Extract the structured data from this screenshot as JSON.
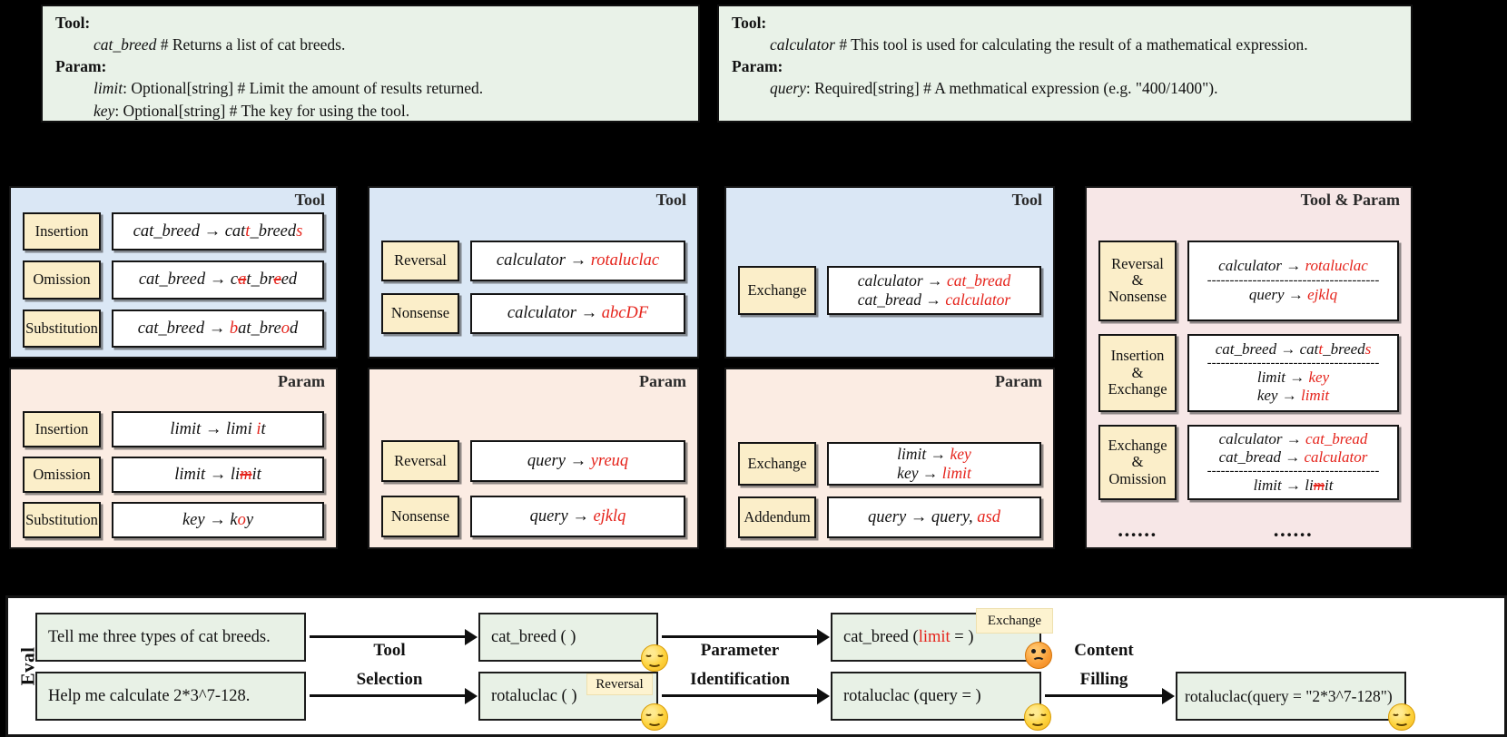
{
  "colors": {
    "red_highlight": "#e5231b",
    "panel_blue": "#dae7f5",
    "panel_pink": "#fbece3",
    "panel_pink_combo": "#f7e7e7",
    "label_cream": "#fbeec9",
    "card_green": "#e9f2e8"
  },
  "tool_defs": {
    "left": {
      "tool_label": "Tool:",
      "tool_line": [
        {
          "t": "cat_breed",
          "c": "it"
        },
        {
          "t": " # Returns a list of cat breeds."
        }
      ],
      "param_label": "Param:",
      "param_lines": [
        [
          {
            "t": "limit",
            "c": "it"
          },
          {
            "t": ": Optional[string] # Limit the amount of results returned."
          }
        ],
        [
          {
            "t": "key",
            "c": "it"
          },
          {
            "t": ": Optional[string] # The key for using the tool."
          }
        ]
      ]
    },
    "right": {
      "tool_label": "Tool:",
      "tool_line": [
        {
          "t": "calculator",
          "c": "it"
        },
        {
          "t": " # This tool is used for calculating the result of a mathematical expression."
        }
      ],
      "param_label": "Param:",
      "param_lines": [
        [
          {
            "t": "query",
            "c": "it"
          },
          {
            "t": ": Required[string] # A methmatical expression (e.g. \"400/1400\")."
          }
        ]
      ]
    }
  },
  "panels": {
    "tool_char": {
      "title": "Tool",
      "rows": [
        {
          "label": "Insertion",
          "lines": [
            [
              {
                "t": "cat_breed → cat"
              },
              {
                "t": "t",
                "c": "red"
              },
              {
                "t": "_breed"
              },
              {
                "t": "s",
                "c": "red"
              }
            ]
          ]
        },
        {
          "label": "Omission",
          "lines": [
            [
              {
                "t": "cat_breed → c"
              },
              {
                "t": "a",
                "c": "rs"
              },
              {
                "t": "t_br"
              },
              {
                "t": "e",
                "c": "rs"
              },
              {
                "t": "ed"
              }
            ]
          ]
        },
        {
          "label": "Substitution",
          "lines": [
            [
              {
                "t": "cat_breed → "
              },
              {
                "t": "b",
                "c": "red"
              },
              {
                "t": "at_bre"
              },
              {
                "t": "o",
                "c": "red"
              },
              {
                "t": "d"
              }
            ]
          ]
        }
      ]
    },
    "param_char": {
      "title": "Param",
      "rows": [
        {
          "label": "Insertion",
          "lines": [
            [
              {
                "t": "limit → limi "
              },
              {
                "t": "i",
                "c": "red"
              },
              {
                "t": "t"
              }
            ]
          ]
        },
        {
          "label": "Omission",
          "lines": [
            [
              {
                "t": "limit → li"
              },
              {
                "t": "m",
                "c": "rs"
              },
              {
                "t": "it"
              }
            ]
          ]
        },
        {
          "label": "Substitution",
          "lines": [
            [
              {
                "t": "key → k"
              },
              {
                "t": "o",
                "c": "red"
              },
              {
                "t": "y"
              }
            ]
          ]
        }
      ]
    },
    "tool_word": {
      "title": "Tool",
      "rows": [
        {
          "label": "Reversal",
          "lines": [
            [
              {
                "t": "calculator → "
              },
              {
                "t": "rotaluclac",
                "c": "red"
              }
            ]
          ]
        },
        {
          "label": "Nonsense",
          "lines": [
            [
              {
                "t": "calculator → "
              },
              {
                "t": "abcDF",
                "c": "red"
              }
            ]
          ]
        }
      ]
    },
    "param_word": {
      "title": "Param",
      "rows": [
        {
          "label": "Reversal",
          "lines": [
            [
              {
                "t": "query → "
              },
              {
                "t": "yreuq",
                "c": "red"
              }
            ]
          ]
        },
        {
          "label": "Nonsense",
          "lines": [
            [
              {
                "t": "query → "
              },
              {
                "t": "ejklq",
                "c": "red"
              }
            ]
          ]
        }
      ]
    },
    "tool_swap": {
      "title": "Tool",
      "rows": [
        {
          "label": "Exchange",
          "lines": [
            [
              {
                "t": "calculator → "
              },
              {
                "t": "cat_bread",
                "c": "red"
              }
            ],
            [
              {
                "t": "cat_bread → "
              },
              {
                "t": "calculator",
                "c": "red"
              }
            ]
          ]
        }
      ]
    },
    "param_swap": {
      "title": "Param",
      "rows": [
        {
          "label": "Exchange",
          "lines": [
            [
              {
                "t": "limit → "
              },
              {
                "t": "key",
                "c": "red"
              }
            ],
            [
              {
                "t": "key → "
              },
              {
                "t": "limit",
                "c": "red"
              }
            ]
          ]
        },
        {
          "label": "Addendum",
          "lines": [
            [
              {
                "t": "query → query, "
              },
              {
                "t": "asd",
                "c": "red"
              }
            ]
          ]
        }
      ]
    },
    "combo": {
      "title": "Tool & Param",
      "rows": [
        {
          "label": "Reversal\n&\nNonsense",
          "lines": [
            [
              {
                "t": "calculator → "
              },
              {
                "t": "rotaluclac",
                "c": "red"
              }
            ],
            [
              {
                "t": "--------------------------------------",
                "c": "dash"
              }
            ],
            [
              {
                "t": "query → "
              },
              {
                "t": "ejklq",
                "c": "red"
              }
            ]
          ]
        },
        {
          "label": "Insertion\n&\nExchange",
          "lines": [
            [
              {
                "t": "cat_breed → cat"
              },
              {
                "t": "t",
                "c": "red"
              },
              {
                "t": "_breed"
              },
              {
                "t": "s",
                "c": "red"
              }
            ],
            [
              {
                "t": "--------------------------------------",
                "c": "dash"
              }
            ],
            [
              {
                "t": "limit → "
              },
              {
                "t": "key",
                "c": "red"
              }
            ],
            [
              {
                "t": "key → "
              },
              {
                "t": "limit",
                "c": "red"
              }
            ]
          ]
        },
        {
          "label": "Exchange\n&\nOmission",
          "lines": [
            [
              {
                "t": "calculator → "
              },
              {
                "t": "cat_bread",
                "c": "red"
              }
            ],
            [
              {
                "t": "cat_bread → "
              },
              {
                "t": "calculator",
                "c": "red"
              }
            ],
            [
              {
                "t": "--------------------------------------",
                "c": "dash"
              }
            ],
            [
              {
                "t": "limit → li"
              },
              {
                "t": "m",
                "c": "rs"
              },
              {
                "t": "it"
              }
            ]
          ]
        }
      ],
      "ellipsis_left": "......",
      "ellipsis_right": "......"
    }
  },
  "eval": {
    "section_label": "Eval",
    "queries": [
      "Tell me three types of cat breeds.",
      "Help me calculate 2*3^7-128."
    ],
    "stages": [
      {
        "label_lines": [
          "Tool",
          "Selection"
        ]
      },
      {
        "label_lines": [
          "Parameter",
          "Identification"
        ]
      },
      {
        "label_lines": [
          "Content",
          "Filling"
        ]
      }
    ],
    "calls": {
      "b1": [
        {
          "t": "cat_breed ( )"
        }
      ],
      "b2": [
        {
          "t": "rotaluclac ( )"
        }
      ],
      "c1": [
        {
          "t": "cat_breed ("
        },
        {
          "t": "limit",
          "c": "red"
        },
        {
          "t": " = )"
        }
      ],
      "c2": [
        {
          "t": "rotaluclac (query = )"
        }
      ],
      "d": [
        {
          "t": "rotaluclac(query = \"2*3^7-128\")"
        }
      ]
    },
    "tags": {
      "reversal": "Reversal",
      "exchange": "Exchange"
    }
  }
}
